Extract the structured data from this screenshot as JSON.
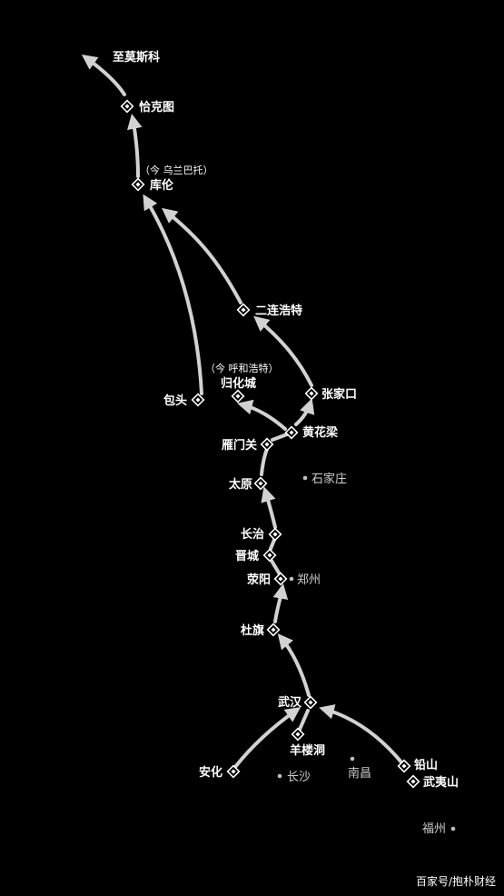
{
  "map": {
    "colors": {
      "background": "#000000",
      "route": "#d2d2d2",
      "label": "#ffffff",
      "reference_dot": "#bfbfbf"
    },
    "route_stops": {
      "moscow": "至莫斯科",
      "kyakhta": "恰克图",
      "kulun": "库伦",
      "kulun_note": "（今 乌兰巴托）",
      "erenhot": "二连浩特",
      "guihua": "归化城",
      "guihua_note": "（今 呼和浩特）",
      "baotou": "包头",
      "zhangjiakou": "张家口",
      "huanghualiang": "黄花梁",
      "yanmenguan": "雁门关",
      "taiyuan": "太原",
      "changzhi": "长治",
      "jincheng": "晋城",
      "xingyang": "荥阳",
      "sheqi": "杜旗",
      "wuhan": "武汉",
      "yangloudong": "羊楼洞",
      "anhua": "安化",
      "yanshan": "铅山",
      "wuyishan": "武夷山"
    },
    "reference_cities": {
      "shijiazhuang": "石家庄",
      "zhengzhou": "郑州",
      "changsha": "长沙",
      "nanchang": "南昌",
      "fuzhou": "福州"
    }
  },
  "footer": {
    "watermark": "百家号/抱朴财经"
  }
}
